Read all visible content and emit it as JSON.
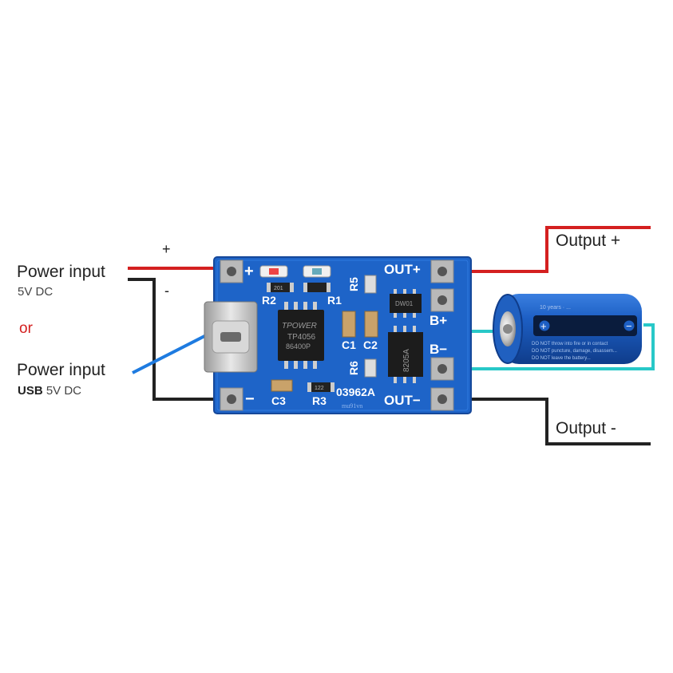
{
  "labels": {
    "power_input_1": "Power input",
    "power_input_1_sub": "5V DC",
    "plus_sign": "+",
    "minus_sign": "-",
    "or": "or",
    "power_input_2": "Power input",
    "power_input_2_sub_bold": "USB",
    "power_input_2_sub": " 5V DC",
    "output_plus": "Output +",
    "output_minus": "Output -"
  },
  "board": {
    "pin_plus": "+",
    "pin_minus": "−",
    "out_plus": "OUT+",
    "out_minus": "OUT−",
    "b_plus": "B+",
    "b_minus": "B−",
    "r1": "R1",
    "r2": "R2",
    "r3": "R3",
    "r5": "R5",
    "r6": "R6",
    "c1": "C1",
    "c2": "C2",
    "c3": "C3",
    "part_no": "03962A",
    "site_mark": "mu91vn",
    "chip_brand": "TPOWER",
    "chip_model": "TP4056",
    "chip_code": "86400P",
    "mosfet_code": "8205A",
    "resistor_code_1": "201",
    "resistor_code_2": "122",
    "resistor_code_3": "DW01"
  },
  "battery": {
    "top_text": "10 years · ...",
    "warn_1": "DO NOT throw into fire or in contact",
    "warn_2": "DO NOT puncture, damage, disassem...",
    "warn_3": "DO NOT leave the battery..."
  },
  "colors": {
    "pcb": "#1e64c8",
    "wire_positive": "#d42020",
    "wire_negative": "#222222",
    "wire_usb": "#1e7be0",
    "wire_battery": "#28c8c8",
    "or_text": "#d42020"
  }
}
